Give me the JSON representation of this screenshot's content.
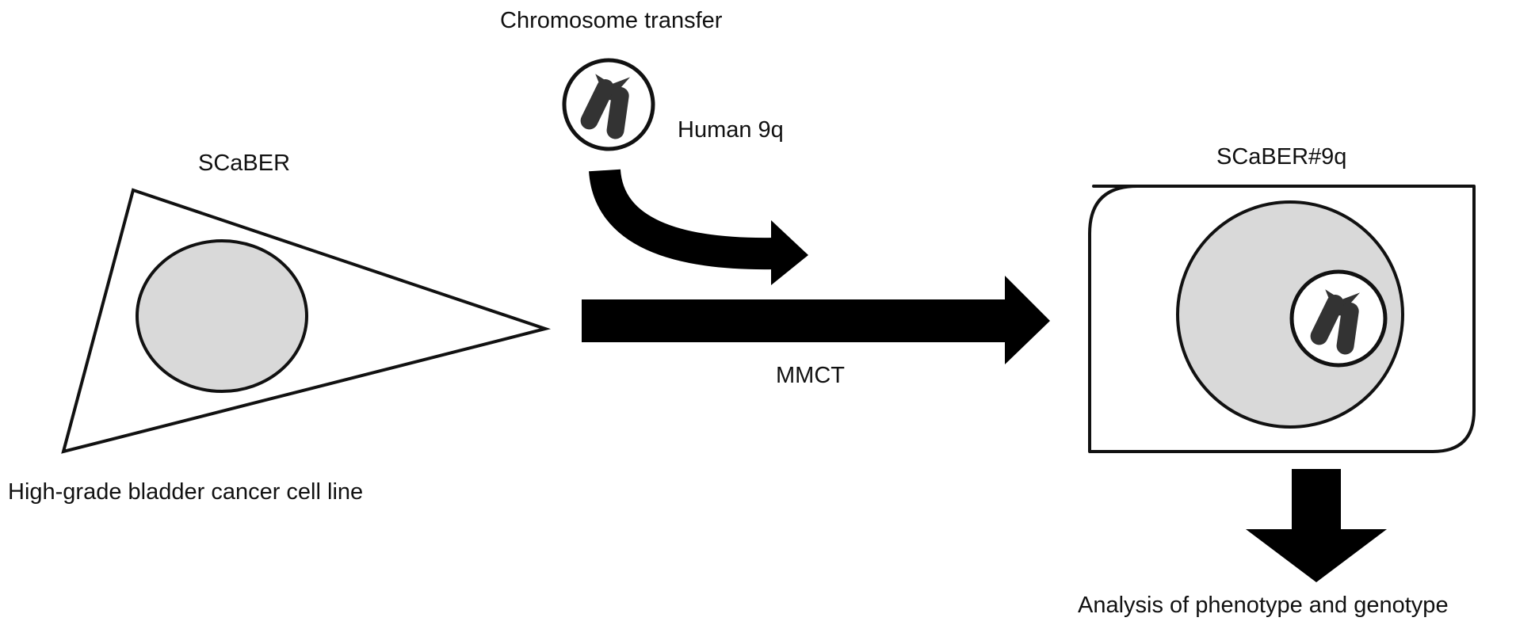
{
  "labels": {
    "chromosome_transfer": "Chromosome transfer",
    "human_9q": "Human 9q",
    "scaber": "SCaBER",
    "scaber_9q": "SCaBER#9q",
    "mmct": "MMCT",
    "high_grade": "High-grade bladder cancer cell line",
    "analysis": "Analysis of phenotype and genotype"
  },
  "colors": {
    "stroke": "#111111",
    "nucleus_fill": "#d9d9d9",
    "arrow_fill": "#000000",
    "chromosome_fill": "#333333",
    "background": "#ffffff"
  }
}
